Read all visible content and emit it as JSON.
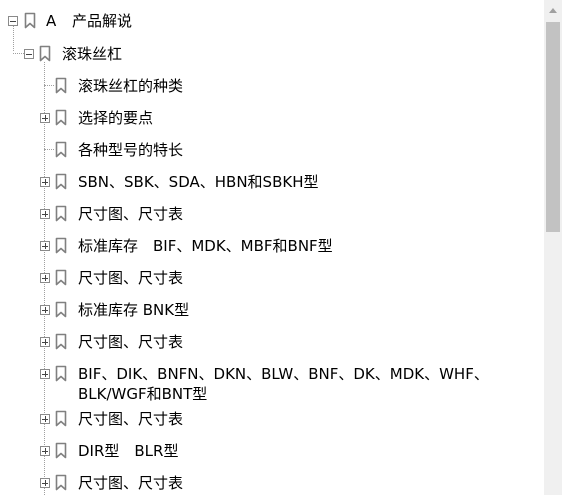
{
  "tree": {
    "root": {
      "prefix": "A",
      "label": "产品解说"
    },
    "child": {
      "label": "滚珠丝杠"
    },
    "items": [
      {
        "label": "滚珠丝杠的种类",
        "expandable": false
      },
      {
        "label": "选择的要点",
        "expandable": true
      },
      {
        "label": "各种型号的特长",
        "expandable": false
      },
      {
        "label": "SBN、SBK、SDA、HBN和SBKH型",
        "expandable": true
      },
      {
        "label": "尺寸图、尺寸表",
        "expandable": true
      },
      {
        "label": "标准库存　BIF、MDK、MBF和BNF型",
        "expandable": true
      },
      {
        "label": "尺寸图、尺寸表",
        "expandable": true
      },
      {
        "label": "标准库存 BNK型",
        "expandable": true
      },
      {
        "label": "尺寸图、尺寸表",
        "expandable": true
      },
      {
        "label": "BIF、DIK、BNFN、DKN、BLW、BNF、DK、MDK、WHF、BLK/WGF和BNT型",
        "expandable": true
      },
      {
        "label": "尺寸图、尺寸表",
        "expandable": true
      },
      {
        "label": "DIR型　BLR型",
        "expandable": true
      },
      {
        "label": "尺寸图、尺寸表",
        "expandable": true
      }
    ]
  }
}
